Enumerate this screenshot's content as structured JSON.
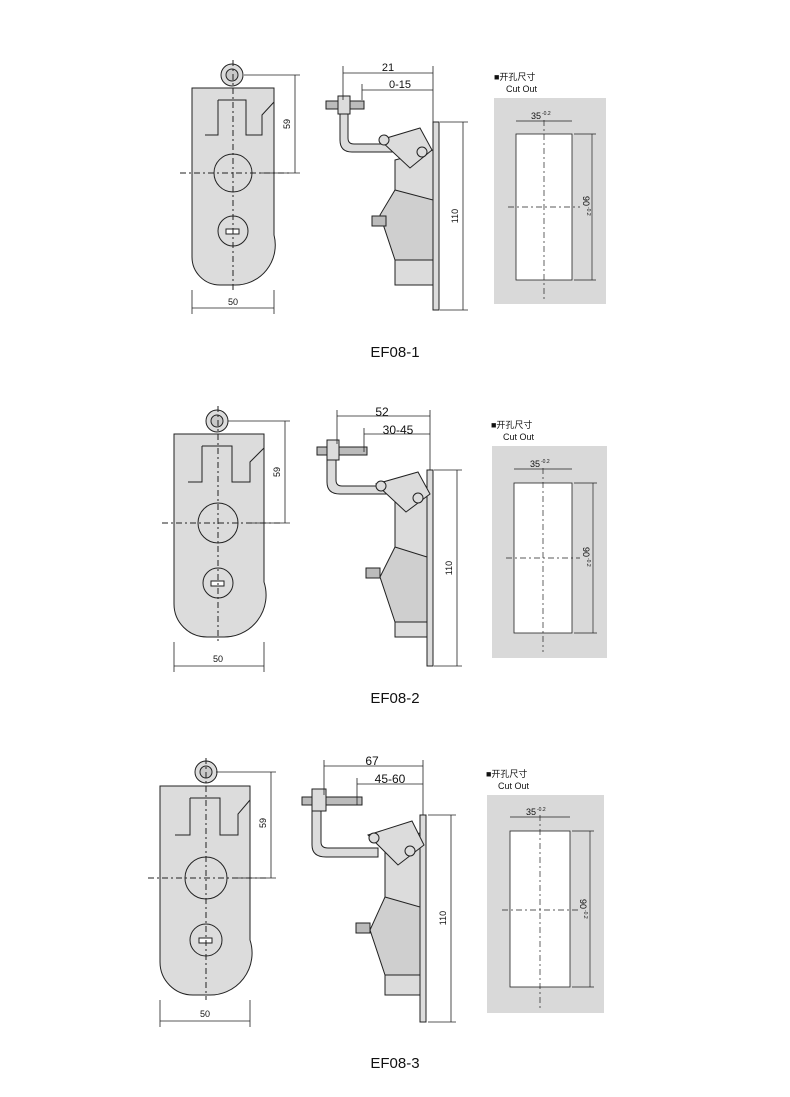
{
  "drawings": [
    {
      "model": "EF08-1",
      "front": {
        "height_dim": "59",
        "width_dim": "50"
      },
      "side": {
        "depth_dim": "21",
        "range_dim": "0-15",
        "height_dim": "110"
      },
      "cutout": {
        "title_cn": "■开孔尺寸",
        "title_en": "Cut Out",
        "width_dim": "35",
        "width_tol": "-0.2",
        "height_dim": "90",
        "height_tol": "-0.2"
      }
    },
    {
      "model": "EF08-2",
      "front": {
        "height_dim": "59",
        "width_dim": "50"
      },
      "side": {
        "depth_dim": "52",
        "range_dim": "30-45",
        "height_dim": "110"
      },
      "cutout": {
        "title_cn": "■开孔尺寸",
        "title_en": "Cut Out",
        "width_dim": "35",
        "width_tol": "-0.2",
        "height_dim": "90",
        "height_tol": "-0.2"
      }
    },
    {
      "model": "EF08-3",
      "front": {
        "height_dim": "59",
        "width_dim": "50"
      },
      "side": {
        "depth_dim": "67",
        "range_dim": "45-60",
        "height_dim": "110"
      },
      "cutout": {
        "title_cn": "■开孔尺寸",
        "title_en": "Cut Out",
        "width_dim": "35",
        "width_tol": "-0.2",
        "height_dim": "90",
        "height_tol": "-0.2"
      }
    }
  ],
  "colors": {
    "body_fill": "#dcdcdc",
    "stroke": "#222222",
    "cutout_panel": "#d9d9d9",
    "cutout_hole": "#ffffff"
  }
}
